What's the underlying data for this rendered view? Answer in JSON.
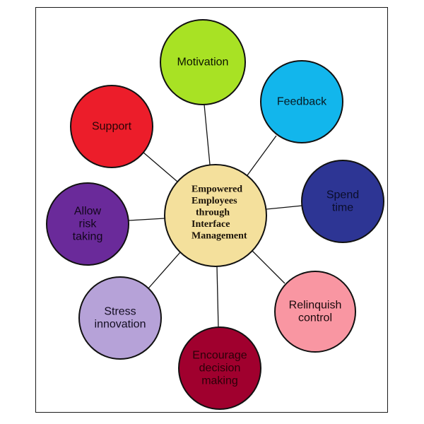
{
  "diagram": {
    "center": {
      "lines": [
        "Empowered",
        "Employees",
        "through",
        "Interface",
        "Management"
      ],
      "fill": "#f4e09c",
      "text_color": "#1a1208"
    },
    "nodes": [
      {
        "id": "motivation",
        "lines": [
          "Motivation"
        ],
        "fill": "#a8e224",
        "text_color": "#0d1400"
      },
      {
        "id": "feedback",
        "lines": [
          "Feedback"
        ],
        "fill": "#12b6ec",
        "text_color": "#061a22"
      },
      {
        "id": "spend-time",
        "lines": [
          "Spend",
          "time"
        ],
        "fill": "#2d3594",
        "text_color": "#0a0d2a"
      },
      {
        "id": "relinquish-control",
        "lines": [
          "Relinquish",
          "control"
        ],
        "fill": "#f996a2",
        "text_color": "#1a0a0c"
      },
      {
        "id": "encourage-decision-making",
        "lines": [
          "Encourage",
          "decision",
          "making"
        ],
        "fill": "#a0002e",
        "text_color": "#2a0008"
      },
      {
        "id": "stress-innovation",
        "lines": [
          "Stress",
          "innovation"
        ],
        "fill": "#b6a2d8",
        "text_color": "#140e22"
      },
      {
        "id": "allow-risk-taking",
        "lines": [
          "Allow",
          "risk",
          "taking"
        ],
        "fill": "#6a2a9a",
        "text_color": "#12061c"
      },
      {
        "id": "support",
        "lines": [
          "Support"
        ],
        "fill": "#ec1d2a",
        "text_color": "#2a0406"
      }
    ],
    "stroke_color": "#111111"
  }
}
